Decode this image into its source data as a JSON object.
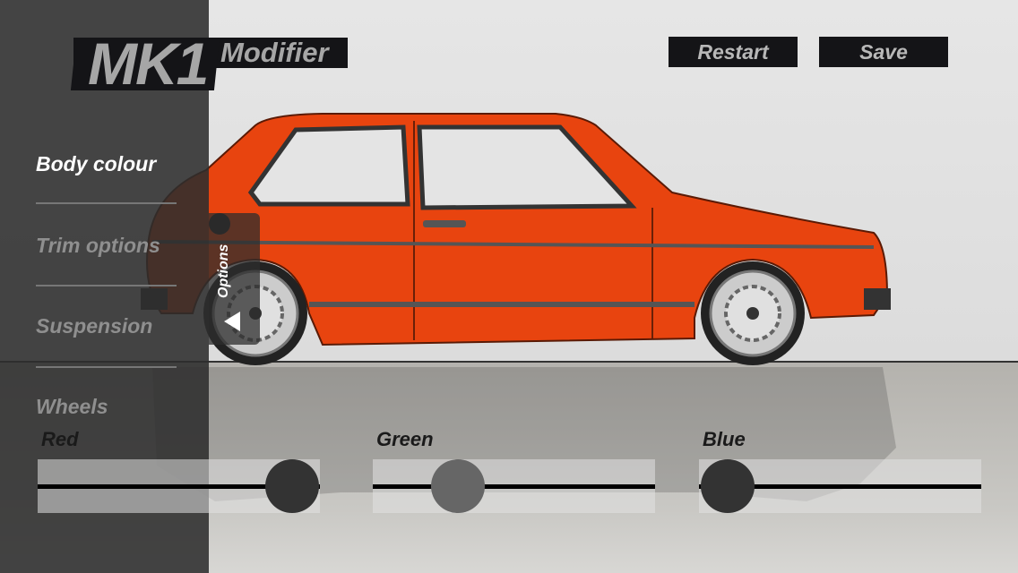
{
  "header": {
    "logo_main": "MK1",
    "logo_sub": "Modifier",
    "restart_label": "Restart",
    "save_label": "Save"
  },
  "menu": {
    "items": [
      {
        "label": "Body colour",
        "active": true
      },
      {
        "label": "Trim options"
      },
      {
        "label": "Suspension"
      },
      {
        "label": "Wheels"
      }
    ],
    "options_tab_label": "Options"
  },
  "sliders": [
    {
      "label": "Red",
      "value": 0.9,
      "knob_color": "#333333"
    },
    {
      "label": "Green",
      "value": 0.3,
      "knob_color": "#666666"
    },
    {
      "label": "Blue",
      "value": 0.1,
      "knob_color": "#333333"
    }
  ],
  "car": {
    "body_color": "#e8440f"
  }
}
